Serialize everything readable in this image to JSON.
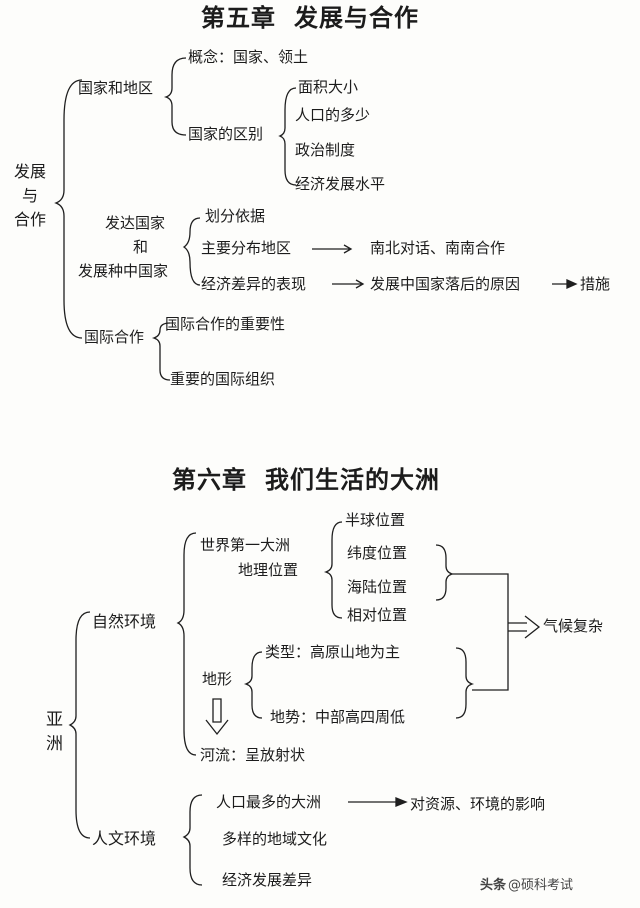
{
  "ch5": {
    "title_a": "第五章",
    "title_b": "发展与合作",
    "root": [
      "发展",
      "与",
      "合作"
    ],
    "branch1": "国家和地区",
    "concept": "概念：国家、领土",
    "diff": "国家的区别",
    "diff_items": [
      "面积大小",
      "人口的多少",
      "政治制度",
      "经济发展水平"
    ],
    "branch2": [
      "发达国家",
      "和",
      "发展种中国家"
    ],
    "b2_items": [
      "划分依据",
      "主要分布地区",
      "经济差异的表现"
    ],
    "region_result": "南北对话、南南合作",
    "econ_result": "发展中国家落后的原因",
    "econ_final": "措施",
    "branch3": "国际合作",
    "b3_items": [
      "国际合作的重要性",
      "重要的国际组织"
    ]
  },
  "ch6": {
    "title_a": "第六章",
    "title_b": "我们生活的大洲",
    "root": [
      "亚",
      "洲"
    ],
    "nature": "自然环境",
    "largest": [
      "世界第一大洲",
      "地理位置"
    ],
    "positions": [
      "半球位置",
      "纬度位置",
      "海陆位置",
      "相对位置"
    ],
    "climate": "气候复杂",
    "terrain": "地形",
    "terrain_type": "类型：高原山地为主",
    "terrain_trend": "地势：中部高四周低",
    "river": "河流：呈放射状",
    "human": "人文环境",
    "human_items": [
      "人口最多的大洲",
      "多样的地域文化",
      "经济发展差异"
    ],
    "impact": "对资源、环境的影响"
  },
  "watermark": {
    "platform": "头条",
    "account": "@硕科考试"
  }
}
